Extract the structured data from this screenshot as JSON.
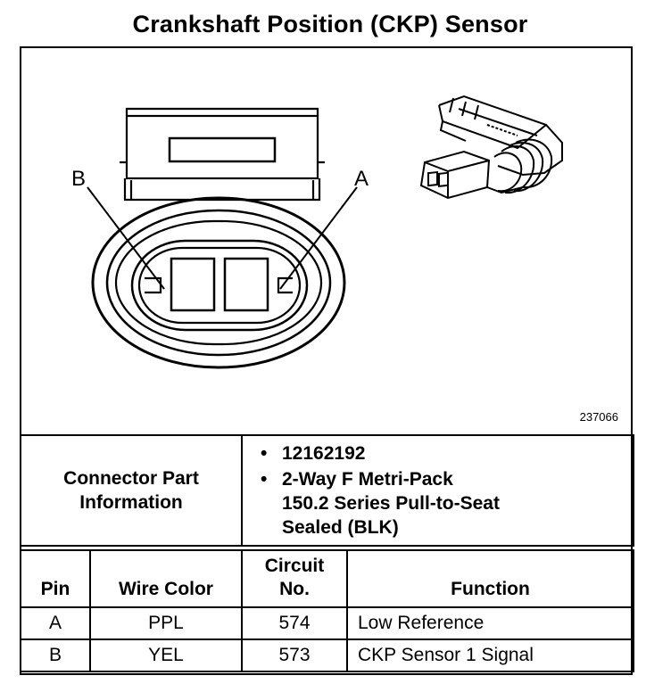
{
  "title": "Crankshaft Position (CKP) Sensor",
  "figure": {
    "figure_id": "237066",
    "pin_labels": {
      "left": "B",
      "right": "A"
    }
  },
  "connector_part_info": {
    "label_line1": "Connector Part",
    "label_line2": "Information",
    "items": [
      {
        "lines": [
          "12162192"
        ]
      },
      {
        "lines": [
          "2-Way F Metri-Pack",
          "150.2 Series Pull-to-Seat",
          "Sealed (BLK)"
        ]
      }
    ]
  },
  "pin_table": {
    "headers": {
      "pin": "Pin",
      "wire_color": "Wire Color",
      "circuit_line1": "Circuit",
      "circuit_line2": "No.",
      "function": "Function"
    },
    "rows": [
      {
        "pin": "A",
        "wire_color": "PPL",
        "circuit": "574",
        "function": "Low Reference"
      },
      {
        "pin": "B",
        "wire_color": "YEL",
        "circuit": "573",
        "function": "CKP Sensor 1 Signal"
      }
    ]
  }
}
